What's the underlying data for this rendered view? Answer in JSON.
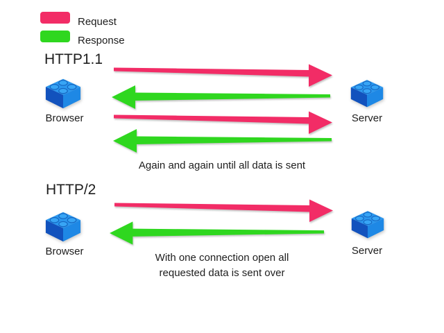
{
  "legend": {
    "request": {
      "label": "Request",
      "color": "#F22C66"
    },
    "response": {
      "label": "Response",
      "color": "#2FD71F"
    }
  },
  "brick_colors": {
    "top": "#2B97EE",
    "left": "#1252BD",
    "right": "#1E88E5",
    "stud": "#38A5F5"
  },
  "sections": [
    {
      "heading": "HTTP1.1",
      "left_node": {
        "label": "Browser"
      },
      "right_node": {
        "label": "Server"
      },
      "caption_lines": [
        "Again and again until all data is sent"
      ]
    },
    {
      "heading": "HTTP/2",
      "left_node": {
        "label": "Browser"
      },
      "right_node": {
        "label": "Server"
      },
      "caption_lines": [
        "With one connection open all",
        "requested data is sent over"
      ]
    }
  ]
}
